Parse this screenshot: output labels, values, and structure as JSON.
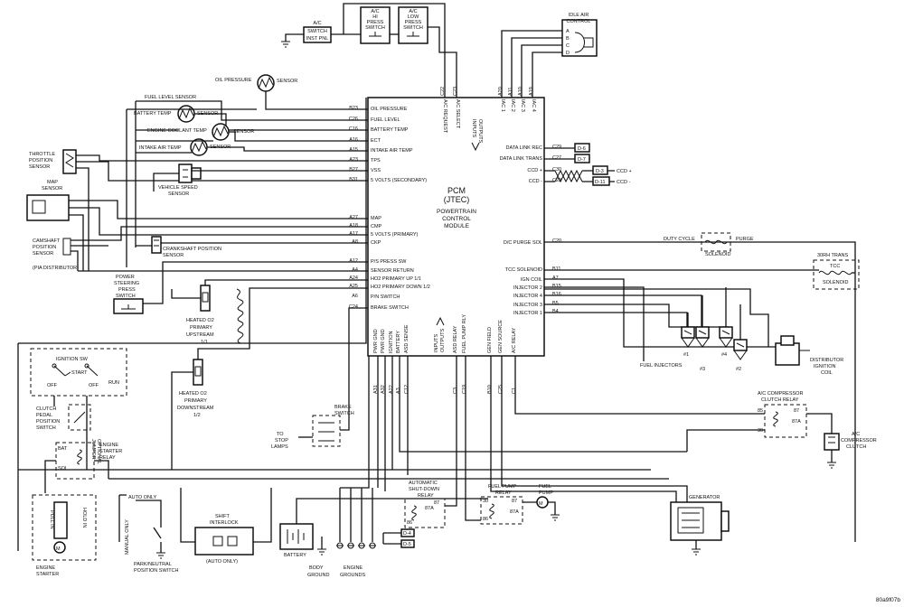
{
  "pcm": {
    "title": "PCM",
    "sub": "(JTEC)",
    "desc1": "POWERTRAIN",
    "desc2": "CONTROL",
    "desc3": "MODULE",
    "io_top": [
      "INPUTS",
      "OUTPUTS"
    ],
    "io_bottom": [
      "INPUTS",
      "OUTPUTS"
    ]
  },
  "left_pins": [
    {
      "pin": "B23",
      "label": "OIL PRESSURE"
    },
    {
      "pin": "C26",
      "label": "FUEL LEVEL"
    },
    {
      "pin": "C16",
      "label": "BATTERY TEMP"
    },
    {
      "pin": "A16",
      "label": "ECT"
    },
    {
      "pin": "A15",
      "label": "INTAKE AIR TEMP"
    },
    {
      "pin": "A23",
      "label": "TPS"
    },
    {
      "pin": "B27",
      "label": "VSS"
    },
    {
      "pin": "B31",
      "label": "5 VOLTS (SECONDARY)"
    },
    {
      "pin": "A27",
      "label": "MAP"
    },
    {
      "pin": "A18",
      "label": "CMP"
    },
    {
      "pin": "A17",
      "label": "5 VOLTS (PRIMARY)"
    },
    {
      "pin": "A8",
      "label": "CKP"
    },
    {
      "pin": "A12",
      "label": "P/S PRESS SW"
    },
    {
      "pin": "A4",
      "label": "SENSOR RETURN"
    },
    {
      "pin": "A24",
      "label": "HO2 PRIMARY UP 1/1"
    },
    {
      "pin": "A25",
      "label": "HO2 PRIMARY DOWN 1/2"
    },
    {
      "pin": "A6",
      "label": "P/N SWITCH"
    },
    {
      "pin": "C24",
      "label": "BRAKE SWITCH"
    }
  ],
  "top_pins": [
    {
      "pin": "C22",
      "label": "A/C REQUEST"
    },
    {
      "pin": "C23",
      "label": "A/C SELECT"
    },
    {
      "pin": "A20",
      "label": "IAC 1"
    },
    {
      "pin": "A11",
      "label": "IAC 2"
    },
    {
      "pin": "A10",
      "label": "IAC 3"
    },
    {
      "pin": "A19",
      "label": "IAC 4"
    }
  ],
  "right_pins": [
    {
      "pin": "C29",
      "label": "DATA LINK REC",
      "conn": "D-6"
    },
    {
      "pin": "C27",
      "label": "DATA LINK TRANS",
      "conn": "D-7"
    },
    {
      "pin": "C30",
      "label": "CCD +",
      "conn": "D-3",
      "out": "CCD +"
    },
    {
      "pin": "C28",
      "label": "CCD -",
      "conn": "D-11",
      "out": "CCD -"
    },
    {
      "pin": "C20",
      "label": "D/C PURGE SOL"
    },
    {
      "pin": "B11",
      "label": "TCC SOLENOID"
    },
    {
      "pin": "A7",
      "label": "IGN COIL"
    },
    {
      "pin": "B15",
      "label": "INJECTOR 2"
    },
    {
      "pin": "B16",
      "label": "INJECTOR 4"
    },
    {
      "pin": "B5",
      "label": "INJECTOR 3"
    },
    {
      "pin": "B4",
      "label": "INJECTOR 1"
    }
  ],
  "bottom_pins": [
    {
      "pin": "A31",
      "label": "PWR GND"
    },
    {
      "pin": "A32",
      "label": "PWR GND"
    },
    {
      "pin": "A22",
      "label": "IGNITION"
    },
    {
      "pin": "A3",
      "label": "BATTERY"
    },
    {
      "pin": "C12",
      "label": "ASD SENSE"
    },
    {
      "pin": "C3",
      "label": "ASD RELAY"
    },
    {
      "pin": "C19",
      "label": "FUEL PUMP RLY"
    },
    {
      "pin": "B10",
      "label": "GEN FIELD"
    },
    {
      "pin": "C25",
      "label": "GEN SOURCE"
    },
    {
      "pin": "C1",
      "label": "A/C RELAY"
    }
  ],
  "components": {
    "ac_switch": [
      "A/C",
      "SWITCH",
      "INST PNL"
    ],
    "ac_hi": [
      "A/C",
      "HI",
      "PRESS",
      "SWITCH"
    ],
    "ac_low": [
      "A/C",
      "LOW",
      "PRESS",
      "SWITCH"
    ],
    "idle_air": [
      "IDLE AIR",
      "CONTROL"
    ],
    "idle_air_pins": [
      "A",
      "B",
      "C",
      "D"
    ],
    "oil_pressure": "OIL PRESSURE",
    "oil_sensor": "SENSOR",
    "fuel_level": "FUEL LEVEL SENSOR",
    "battery_temp": "BATTERY TEMP",
    "battery_sensor": "SENSOR",
    "coolant_temp": "ENGINE COOLANT TEMP",
    "coolant_sensor": "SENSOR",
    "intake_air": "INTAKE AIR TEMP",
    "intake_sensor": "SENSOR",
    "tps": [
      "THROTTLE",
      "POSITION",
      "SENSOR"
    ],
    "vss": [
      "VEHICLE SPEED",
      "SENSOR"
    ],
    "map": [
      "MAP",
      "SENSOR"
    ],
    "camshaft": [
      "CAMSHAFT",
      "POSITION",
      "SENSOR"
    ],
    "pia": "(PIA DISTRIBUTOR)",
    "crankshaft": [
      "CRANKSHAFT POSITION",
      "SENSOR"
    ],
    "power_steering": [
      "POWER",
      "STEERING",
      "PRESS",
      "SWITCH"
    ],
    "heated_up": [
      "HEATED O2",
      "PRIMARY",
      "UPSTREAM",
      "1/1"
    ],
    "heated_down": [
      "HEATED O2",
      "PRIMARY",
      "DOWNSTREAM",
      "1/2"
    ],
    "ignition_sw": "IGNITION SW",
    "ign_positions": [
      "START",
      "OFF",
      "OFF",
      "RUN"
    ],
    "clutch": [
      "CLUTCH",
      "PEDAL",
      "POSITION",
      "SWITCH"
    ],
    "optional_jumper": [
      "OPTIONAL",
      "JUMPER"
    ],
    "starter_relay": [
      "ENGINE",
      "STARTER",
      "RELAY"
    ],
    "bat": "BAT",
    "sol": "SOL",
    "auto_only": "AUTO ONLY",
    "manual_only": "MANUAL ONLY",
    "pull_in": "PULL IN",
    "hold_in": "HOLD IN",
    "engine_starter": [
      "ENGINE",
      "STARTER"
    ],
    "park_neutral": [
      "PARK/NEUTRAL",
      "POSITION SWITCH"
    ],
    "shift_interlock": [
      "SHIFT",
      "INTERLOCK"
    ],
    "shift_auto": "(AUTO ONLY)",
    "battery": "BATTERY",
    "to_stop": [
      "TO",
      "STOP",
      "LAMPS"
    ],
    "brake_switch": [
      "BRAKE",
      "SWITCH"
    ],
    "body_ground": [
      "BODY",
      "GROUND"
    ],
    "engine_grounds": [
      "ENGINE",
      "GROUNDS"
    ],
    "asd_relay": [
      "AUTOMATIC",
      "SHUT-DOWN",
      "RELAY"
    ],
    "fuel_pump_relay": [
      "FUEL PUMP",
      "RELAY"
    ],
    "fuel_pump": [
      "FUEL",
      "PUMP"
    ],
    "relay_pins": [
      "30",
      "87",
      "86",
      "85",
      "87A"
    ],
    "d4": "D-4",
    "d5": "D-5",
    "generator": "GENERATOR",
    "duty_cycle": "DUTY CYCLE",
    "purge": "PURGE",
    "solenoid": "SOLENOID",
    "trans_30rh": "30RH TRANS",
    "tcc": "TCC",
    "tcc_solenoid": "SOLENOID",
    "fuel_injectors": "FUEL INJECTORS",
    "inj_labels": [
      "#1",
      "#3",
      "#4",
      "#2"
    ],
    "distributor": [
      "DISTRIBUTOR",
      "IGNITION",
      "COIL"
    ],
    "ac_clutch_relay": [
      "A/C COMPRESSOR",
      "CLUTCH RELAY"
    ],
    "ac_clutch": [
      "A/C",
      "COMPRESSOR",
      "CLUTCH"
    ]
  },
  "figure_id": "80a9f07b"
}
